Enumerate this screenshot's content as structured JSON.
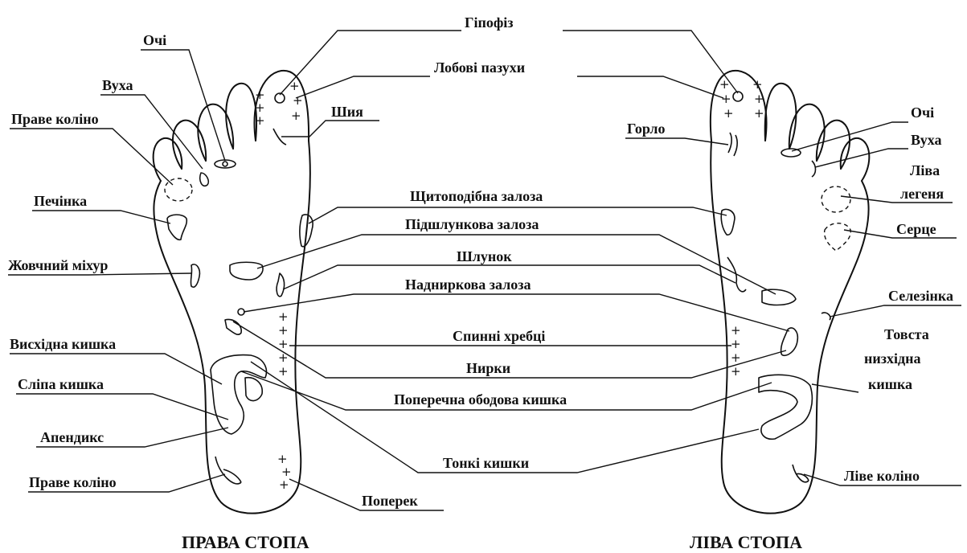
{
  "colors": {
    "ink": "#111111",
    "background": "#ffffff"
  },
  "captions": {
    "right_foot": "ПРАВА СТОПА",
    "left_foot": "ЛІВА СТОПА"
  },
  "labels": {
    "gipofiz": "Гіпофіз",
    "lobovi_pazukhy": "Лобові пазухи",
    "ochi_right": "Очі",
    "ochi_left": "Очі",
    "vukha_right": "Вуха",
    "vukha_left": "Вуха",
    "prave_kolino_top": "Праве коліно",
    "prave_kolino_bottom": "Праве коліно",
    "shyia": "Шия",
    "gorlo": "Горло",
    "liva_legenia_1": "Ліва",
    "liva_legenia_2": "легеня",
    "pechinka": "Печінка",
    "shchytopodibna": "Щитоподібна залоза",
    "pidshlunkova": "Підшлункова залоза",
    "sertse": "Серце",
    "zhovchnyi": "Жовчний міхур",
    "shlunok": "Шлунок",
    "nadnyrkova": "Надниркова залоза",
    "selezinka": "Селезінка",
    "vyskhidna": "Висхідна кишка",
    "spynni": "Спинні хребці",
    "tovsta_1": "Товста",
    "tovsta_2": "низхідна",
    "tovsta_3": "кишка",
    "slipa": "Сліпа кишка",
    "nyrky": "Нирки",
    "poperechna": "Поперечна ободова кишка",
    "apendyks": "Апендикс",
    "tonki": "Тонкі кишки",
    "live_kolino": "Ліве коліно",
    "poperek": "Поперек"
  }
}
